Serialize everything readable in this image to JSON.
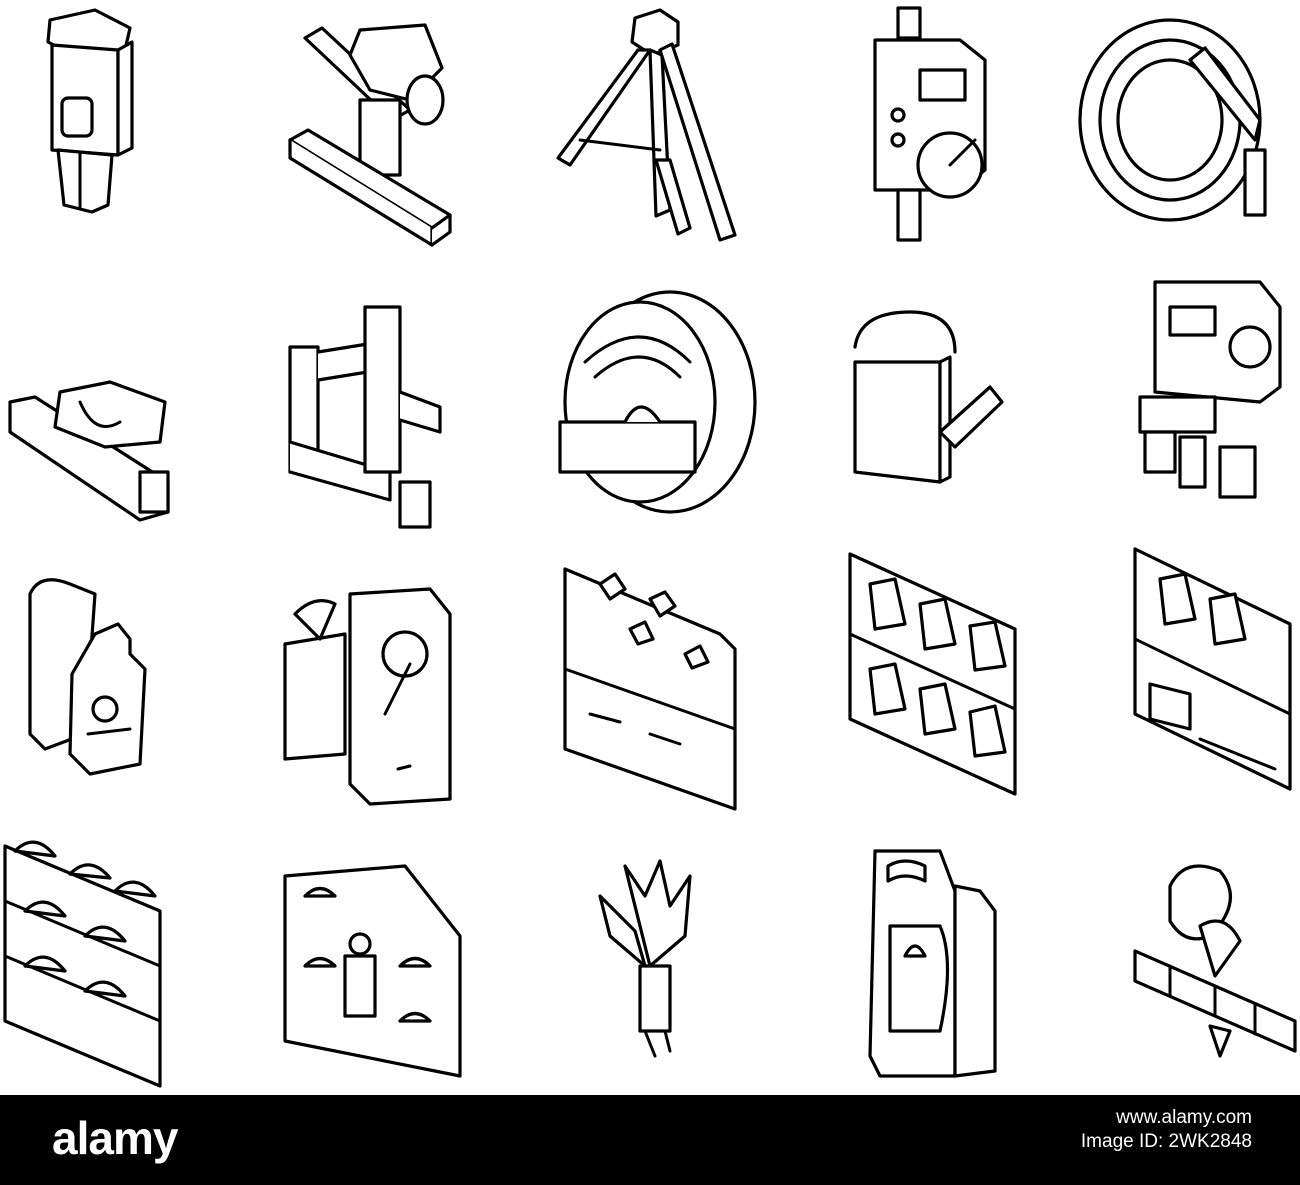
{
  "footer": {
    "logo_text": "alamy",
    "image_id_line": "Image ID: 2WK2848",
    "credit_line": "www.alamy.com"
  },
  "colors": {
    "line": "#000000",
    "fill": "#ffffff",
    "footer": "#000000"
  },
  "icons": [
    "planting-stick-icon",
    "wheel-hoe-icon",
    "tripod-stand-icon",
    "hose-nozzle-timer-icon",
    "hose-coil-icon",
    "seeder-tool-icon",
    "irrigation-pipe-icon",
    "hose-reel-icon",
    "watering-can-icon",
    "irrigation-controller-icon",
    "fertilizer-bottle-icon",
    "mobile-app-plant-icon",
    "soil-bed-seedlings-icon",
    "seedling-rack-icon",
    "hydroponic-shelf-icon",
    "plant-shelves-icon",
    "greenhouse-worker-icon",
    "plant-cutting-icon",
    "fertilizer-canister-icon",
    "rooting-plant-icon"
  ]
}
